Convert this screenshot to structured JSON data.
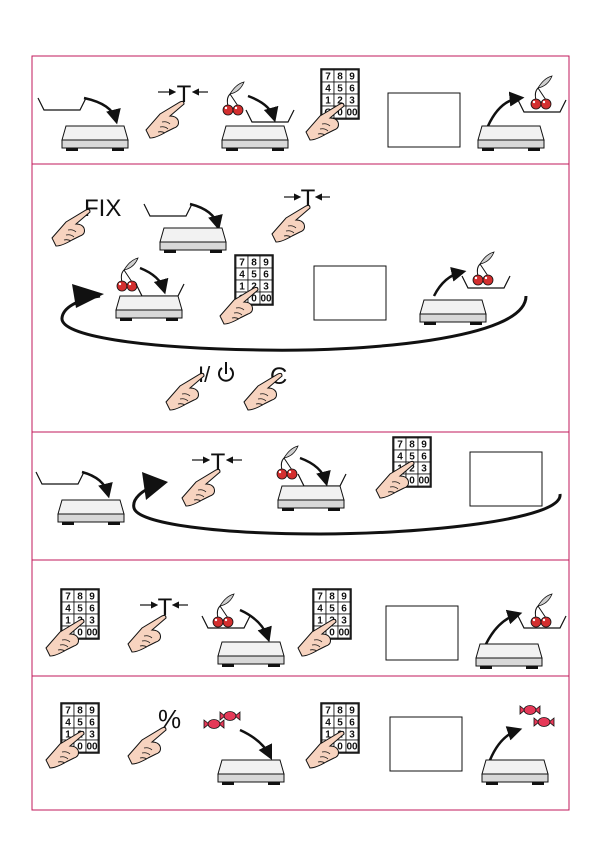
{
  "colors": {
    "frame": "#c2185b",
    "outline": "#111111",
    "scale_top": "#f2f2f2",
    "scale_side": "#d8d8d8",
    "hand": "#f7d3bf",
    "cherry": "#d32f2f",
    "leaf": "#cfcfcf",
    "candy": "#e53958",
    "display": "#ffffff"
  },
  "labels": {
    "tare": "T",
    "fix": "FIX",
    "power": "I/",
    "clear": "C",
    "percent": "%"
  },
  "keypad": [
    [
      "7",
      "8",
      "9"
    ],
    [
      "4",
      "5",
      "6"
    ],
    [
      "1",
      "2",
      "3"
    ],
    [
      "C",
      "0",
      "00"
    ]
  ],
  "icons": [
    "bowl-icon",
    "scale-icon",
    "hand-icon",
    "cherry-icon",
    "keypad-icon",
    "display-icon",
    "arrow-icon",
    "loop-arrow-icon",
    "candy-icon",
    "power-icon"
  ],
  "steps": [
    {
      "id": "step-1",
      "items": [
        "bowl-onto-scale",
        "press-tare",
        "cherries-into-bowl",
        "keypad-entry",
        "display",
        "remove-bowl"
      ]
    },
    {
      "id": "step-2",
      "items": [
        "press-fix",
        "bowl-onto-scale",
        "press-tare",
        "cherries-into-bowl",
        "keypad-entry",
        "display",
        "remove-bowl",
        "repeat-loop",
        "press-power",
        "press-clear"
      ]
    },
    {
      "id": "step-3",
      "items": [
        "bowl-onto-scale",
        "press-tare",
        "cherries-into-bowl",
        "keypad-entry",
        "display",
        "repeat-loop"
      ]
    },
    {
      "id": "step-4",
      "items": [
        "keypad-entry",
        "press-tare",
        "cherries-into-bowl",
        "keypad-entry",
        "display",
        "remove-bowl"
      ]
    },
    {
      "id": "step-5",
      "items": [
        "keypad-entry",
        "press-percent",
        "candy-onto-scale",
        "keypad-entry",
        "display",
        "remove-candy"
      ]
    }
  ]
}
